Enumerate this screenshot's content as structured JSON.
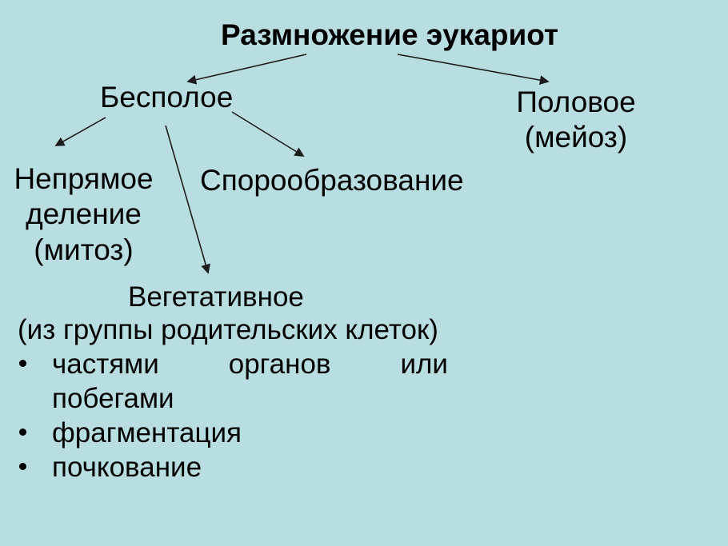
{
  "colors": {
    "background": "#B9DEE2",
    "text": "#000000",
    "line": "#1C1C1C"
  },
  "slide": {
    "title": "Размножение эукариот",
    "nodes": {
      "asexual": {
        "label": "Бесполое"
      },
      "sexual": {
        "lines": [
          "Половое",
          "(мейоз)"
        ]
      },
      "indirect_division": {
        "lines": [
          "Непрямое",
          "деление",
          "(митоз)"
        ]
      },
      "sporulation": {
        "label": "Спорообразование"
      },
      "vegetative": {
        "heading": "Вегетативное",
        "note": "(из группы родительских клеток)",
        "bullets": [
          {
            "line1_words": [
              "частями",
              "органов",
              "или"
            ],
            "line2": "побегами"
          },
          {
            "text": "фрагментация"
          },
          {
            "text": "почкование"
          }
        ]
      }
    },
    "connections": [
      {
        "from": "Размножение эукариот",
        "to": "Бесполое"
      },
      {
        "from": "Размножение эукариот",
        "to": "Половое (мейоз)"
      },
      {
        "from": "Бесполое",
        "to": "Непрямое деление (митоз)"
      },
      {
        "from": "Бесполое",
        "to": "Вегетативное"
      },
      {
        "from": "Бесполое",
        "to": "Спорообразование"
      }
    ]
  }
}
